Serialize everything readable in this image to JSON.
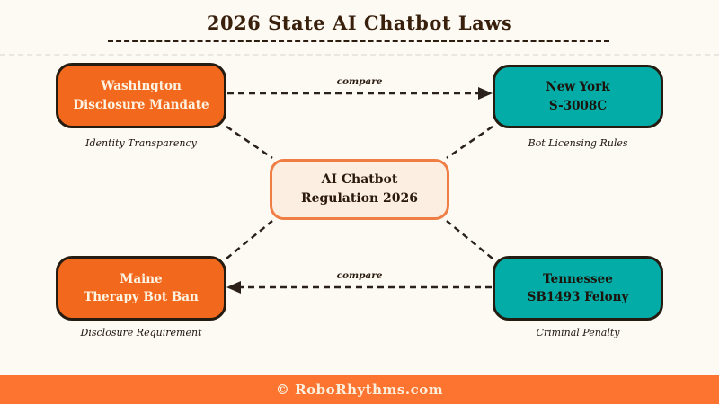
{
  "title": "2026 State AI Chatbot Laws",
  "center_node": {
    "line1": "AI Chatbot",
    "line2": "Regulation 2026"
  },
  "nodes": [
    {
      "id": "washington",
      "line1": "Washington",
      "line2": "Disclosure Mandate",
      "caption": "Identity Transparency",
      "fill": "#F2691E"
    },
    {
      "id": "new-york",
      "line1": "New York",
      "line2": "S-3008C",
      "caption": "Bot Licensing Rules",
      "fill": "#03ACA6"
    },
    {
      "id": "maine",
      "line1": "Maine",
      "line2": "Therapy Bot Ban",
      "caption": "Disclosure Requirement",
      "fill": "#F2691E"
    },
    {
      "id": "tennessee",
      "line1": "Tennessee",
      "line2": "SB1493 Felony",
      "caption": "Criminal Penalty",
      "fill": "#03ACA6"
    }
  ],
  "edges": {
    "top_label": "compare",
    "bottom_label": "compare"
  },
  "footer": {
    "text": "© RoboRhythms.com"
  },
  "colors": {
    "background": "#FDF9F3",
    "orange_node": "#F2691E",
    "teal_node": "#03ACA6",
    "node_border": "#241B11",
    "center_fill": "#FCEEE0",
    "center_border": "#EF7E45",
    "title_text": "#38200C",
    "footer_bar": "#FC7430",
    "connector": "#2A211A"
  }
}
